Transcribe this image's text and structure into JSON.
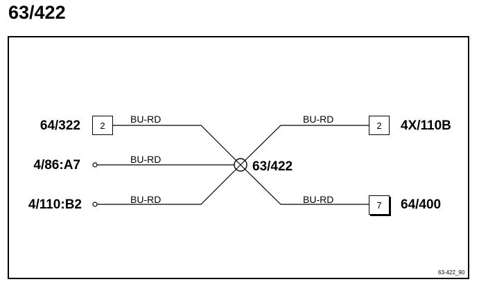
{
  "title": "63/422",
  "splice": {
    "label": "63/422"
  },
  "left_connectors": [
    {
      "name": "64/322",
      "pin": "2",
      "wire": "BU-RD"
    },
    {
      "name": "4/86:A7",
      "pin": "",
      "wire": "BU-RD"
    },
    {
      "name": "4/110:B2",
      "pin": "",
      "wire": "BU-RD"
    }
  ],
  "right_connectors": [
    {
      "name": "4X/110B",
      "pin": "2",
      "wire": "BU-RD"
    },
    {
      "name": "64/400",
      "pin": "7",
      "wire": "BU-RD"
    }
  ],
  "reference_code": "63-422_90"
}
